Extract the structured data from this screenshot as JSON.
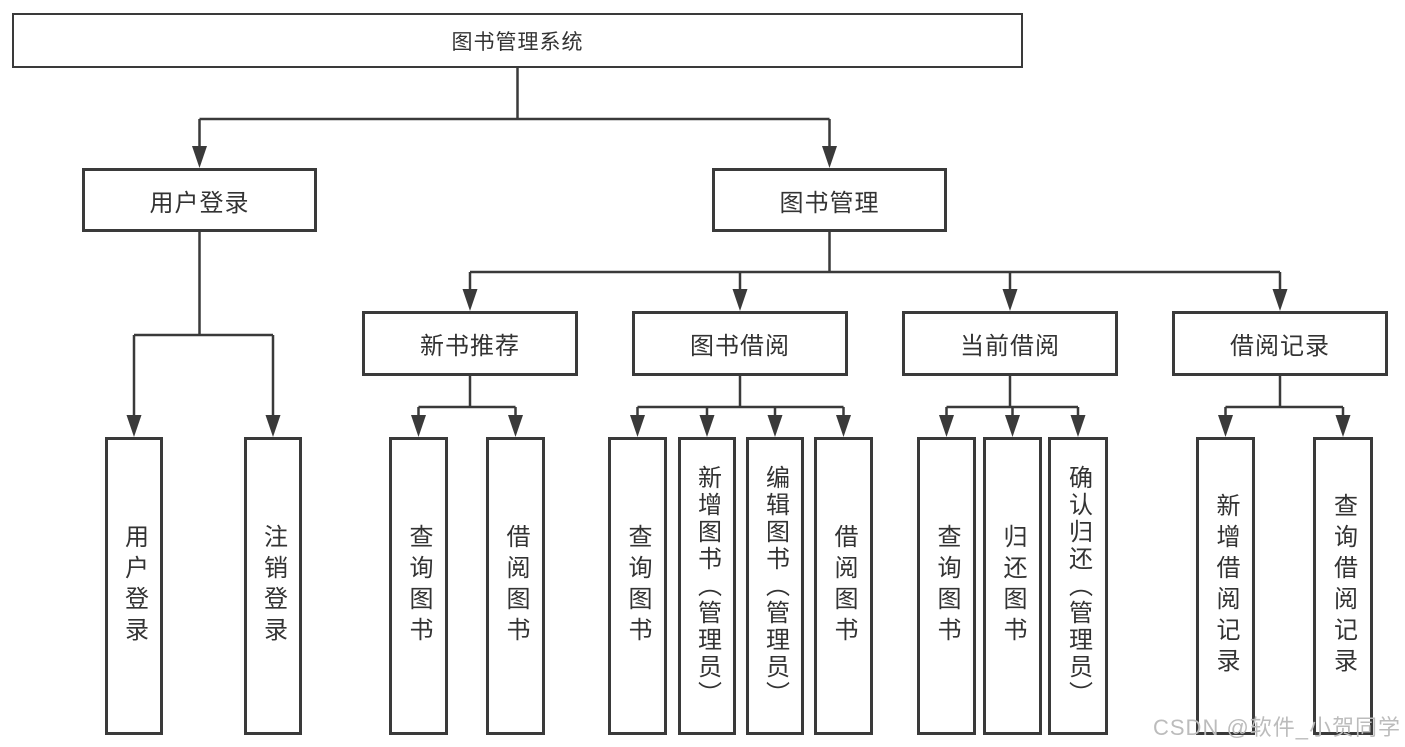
{
  "title": "图书管理系统",
  "tree": {
    "label": "图书管理系统",
    "children": [
      {
        "label": "用户登录",
        "children": [
          {
            "label": "用户登录"
          },
          {
            "label": "注销登录"
          }
        ]
      },
      {
        "label": "图书管理",
        "children": [
          {
            "label": "新书推荐",
            "children": [
              {
                "label": "查询图书"
              },
              {
                "label": "借阅图书"
              }
            ]
          },
          {
            "label": "图书借阅",
            "children": [
              {
                "label": "查询图书"
              },
              {
                "label": "新增图书（管理员）"
              },
              {
                "label": "编辑图书（管理员）"
              },
              {
                "label": "借阅图书"
              }
            ]
          },
          {
            "label": "当前借阅",
            "children": [
              {
                "label": "查询图书"
              },
              {
                "label": "归还图书"
              },
              {
                "label": "确认归还（管理员）"
              }
            ]
          },
          {
            "label": "借阅记录",
            "children": [
              {
                "label": "新增借阅记录"
              },
              {
                "label": "查询借阅记录"
              }
            ]
          }
        ]
      }
    ]
  },
  "watermark": "CSDN @软件_小贺同学",
  "colors": {
    "line": "#3a3a3a",
    "text": "#333333",
    "watermark": "#bcbcbc",
    "background": "#ffffff"
  }
}
